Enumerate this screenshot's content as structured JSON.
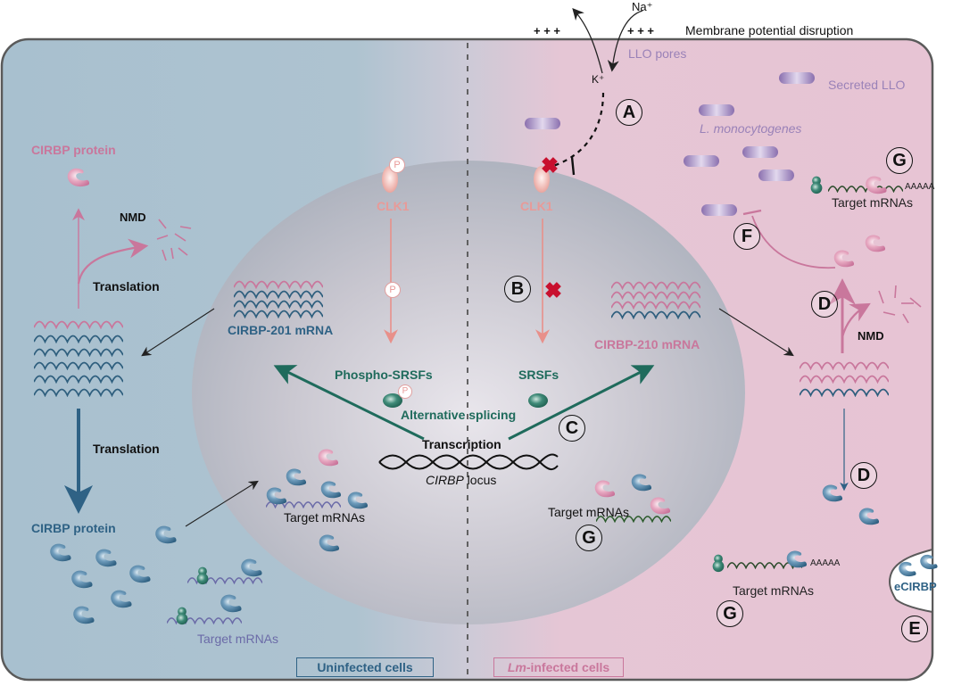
{
  "colors": {
    "uninfected_bg": "#a9c1d0",
    "infected_bg": "#e7c4d5",
    "nucleus": "#b7bcc6",
    "blue_text": "#2f6285",
    "pink_text": "#c9779c",
    "green": "#1f6b5c",
    "clk_text": "#e89a98",
    "purple": "#9a82b8",
    "membrane": "#666666"
  },
  "membrane": {
    "ions": {
      "na": "Na⁺",
      "k": "K⁺"
    },
    "charges_left": "+ + +",
    "charges_right": "+ + +",
    "disruption_label": "Membrane potential disruption",
    "llo_pores_label": "LLO pores"
  },
  "infected_top": {
    "secreted_llo_label": "Secreted LLO",
    "bacteria_label": "L. monocytogenes"
  },
  "nucleus": {
    "clk1_left": "CLK1",
    "clk1_right": "CLK1",
    "phospho_label": "P",
    "phospho_srsfs": "Phospho-SRSFs",
    "srsfs": "SRSFs",
    "alt_splicing": "Alternative splicing",
    "transcription": "Transcription",
    "locus_gene": "CIRBP",
    "locus_suffix": " locus",
    "mrna_201": "CIRBP-201 mRNA",
    "mrna_210": "CIRBP-210 mRNA",
    "target_left": "Target mRNAs",
    "target_right": "Target mRNAs"
  },
  "left_cell": {
    "cirbp_protein_top": "CIRBP protein",
    "nmd": "NMD",
    "translation_top": "Translation",
    "translation_bottom": "Translation",
    "cirbp_protein_bottom": "CIRBP protein",
    "target_mrnas": "Target mRNAs",
    "legend": "Uninfected cells"
  },
  "right_cell": {
    "target_top": "Target mRNAs",
    "polya_top": "AAAAA",
    "nmd": "NMD",
    "target_bottom": "Target mRNAs",
    "polya_bottom": "AAAAA",
    "ecirbp": "eCIRBP",
    "legend_italic": "Lm",
    "legend_rest": "-infected cells"
  },
  "step_markers": {
    "A": "A",
    "B": "B",
    "C": "C",
    "D_top": "D",
    "D_bottom": "D",
    "E": "E",
    "F": "F",
    "G_top": "G",
    "G_nucleus": "G",
    "G_bottom": "G"
  }
}
